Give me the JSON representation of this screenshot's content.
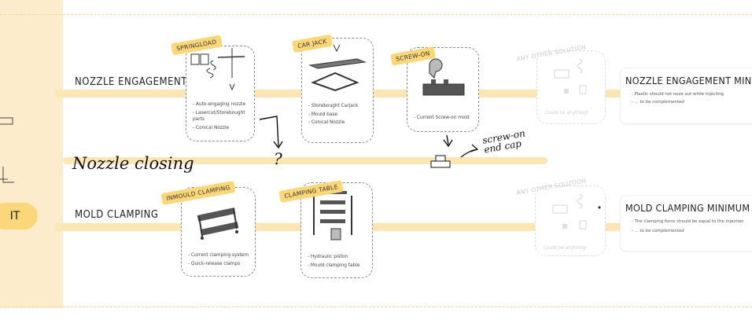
{
  "lanes": {
    "nozzle_engagement": "NOZZLE ENGAGEMENT",
    "mold_clamping": "MOLD CLAMPING"
  },
  "sidebar": {
    "pill_label": "IT"
  },
  "cards": {
    "springload": {
      "tag": "SPRINGLOAD",
      "bullets": [
        "Auto-engaging nozzle",
        "Lasercut/Storebought parts",
        "Conical Nozzle"
      ]
    },
    "car_jack": {
      "tag": "CAR JACK",
      "bullets": [
        "Storebought Carjack",
        "Mould base",
        "Conical Nozzle"
      ]
    },
    "screw_on": {
      "tag": "SCREW-ON",
      "bullets": [
        "Current Screw-on mold"
      ]
    },
    "any_other_top": {
      "tag": "ANY OTHER SOLUTION",
      "note": "Could be anything!"
    },
    "inmould_clamping": {
      "tag": "INMOULD CLAMPING",
      "bullets": [
        "Current clamping system",
        "Quick-release clamps"
      ]
    },
    "clamping_table": {
      "tag": "CLAMPING TABLE",
      "bullets": [
        "Hydraulic piston",
        "Mould clamping table"
      ]
    },
    "any_other_bottom": {
      "tag": "ANY OTHER SOLUTION",
      "note": "Could be anything!"
    }
  },
  "specs": {
    "nozzle": {
      "title": "NOZZLE ENGAGEMENT MINIMUM",
      "bullets": [
        "Plastic should not ooze out while injecting",
        "... to be complemented"
      ]
    },
    "mold": {
      "title": "MOLD CLAMPING MINIMUM SPECS",
      "bullets": [
        "The clamping force should be equal to the injection",
        "... to be complemented"
      ]
    }
  },
  "handwriting": {
    "nozzle_closing": "Nozzle closing",
    "question": "?",
    "screw_on_note_line1": "screw-on",
    "screw_on_note_line2": "end cap"
  },
  "colors": {
    "accent": "#fcd779",
    "lane": "#fbe6b4",
    "sidebar": "#fdeccb"
  }
}
